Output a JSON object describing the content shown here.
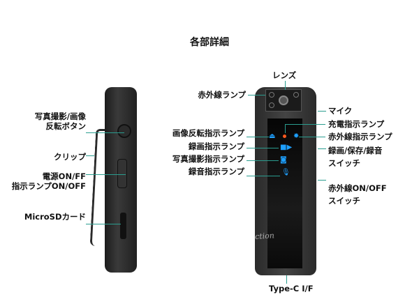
{
  "title": "各部詳細",
  "side_labels": {
    "photo_flip_button": [
      "写真撮影/画像",
      "反転ボタン"
    ],
    "clip": "クリップ",
    "power_switch": [
      "電源ON/FF",
      "指示ランプON/OFF"
    ],
    "microsd": "MicroSDカード"
  },
  "front_labels": {
    "lens": "レンズ",
    "ir_lamp": "赤外線ランプ",
    "mic": "マイク",
    "charge_indicator": "充電指示ランプ",
    "ir_indicator": "赤外線指示ランプ",
    "rec_switch": [
      "録画/保存/録音",
      "スイッチ"
    ],
    "ir_switch": [
      "赤外線ON/OFF",
      "スイッチ"
    ],
    "flip_indicator": "画像反転指示ランプ",
    "video_indicator": "録画指示ランプ",
    "photo_indicator": "写真撮影指示ランプ",
    "audio_indicator": "録音指示ランプ",
    "typec": "Type-C I/F"
  },
  "watermark": "Surprise-Collection",
  "colors": {
    "indicator_blue": "#1ea0ff",
    "charge_orange": "#ff5a1f",
    "leader_line": "#2a9d8f"
  }
}
